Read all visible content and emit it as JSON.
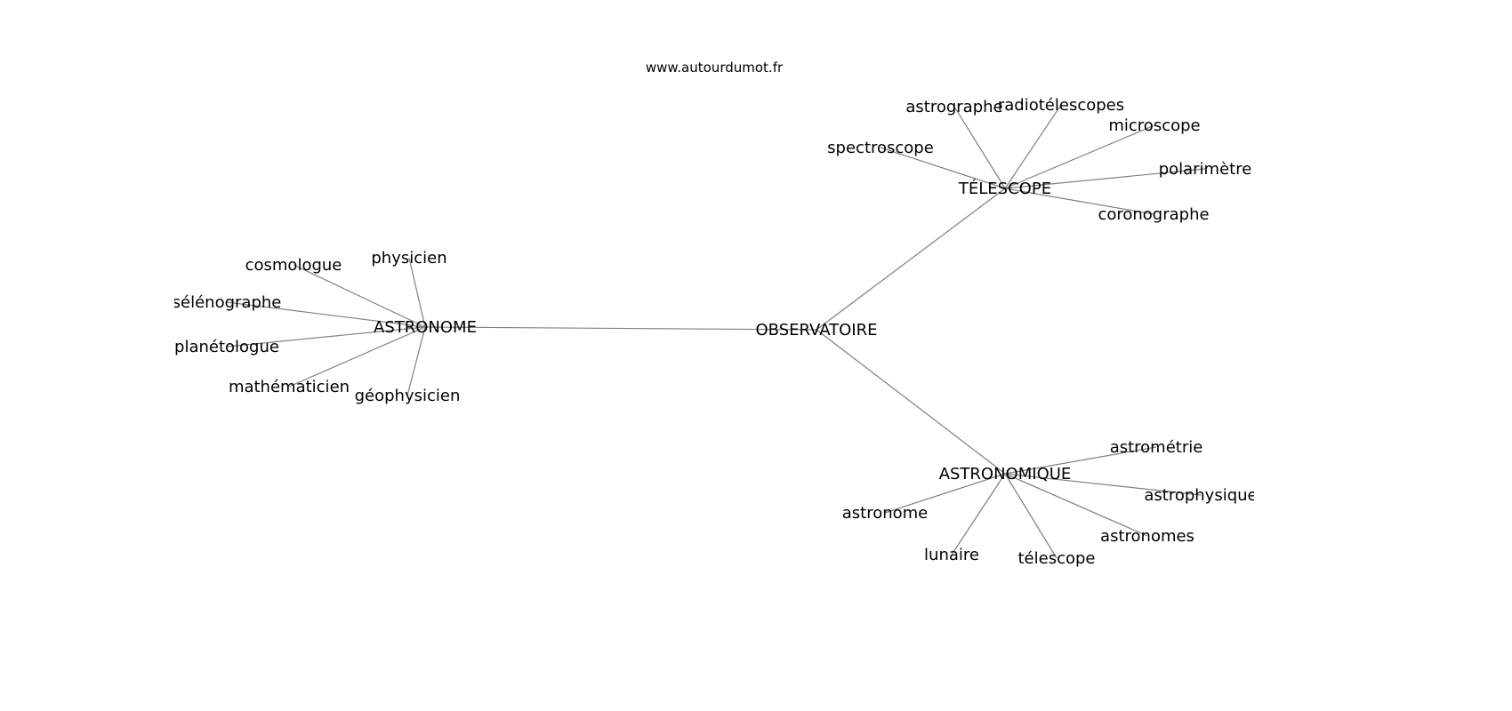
{
  "title": "www.autourdumot.fr",
  "graph": {
    "center": "OBSERVATOIRE",
    "hubs": [
      {
        "label": "ASTRONOME",
        "leaves": [
          "cosmologue",
          "physicien",
          "sélénographe",
          "planétologue",
          "mathématicien",
          "géophysicien"
        ]
      },
      {
        "label": "TÉLESCOPE",
        "leaves": [
          "astrographe",
          "radiotélescopes",
          "microscope",
          "spectroscope",
          "polarimètre",
          "coronographe"
        ]
      },
      {
        "label": "ASTRONOMIQUE",
        "leaves": [
          "astrométrie",
          "astrophysique",
          "astronome",
          "astronomes",
          "lunaire",
          "télescope"
        ]
      }
    ],
    "edge_color": "#808080",
    "text_color": "#000000"
  }
}
